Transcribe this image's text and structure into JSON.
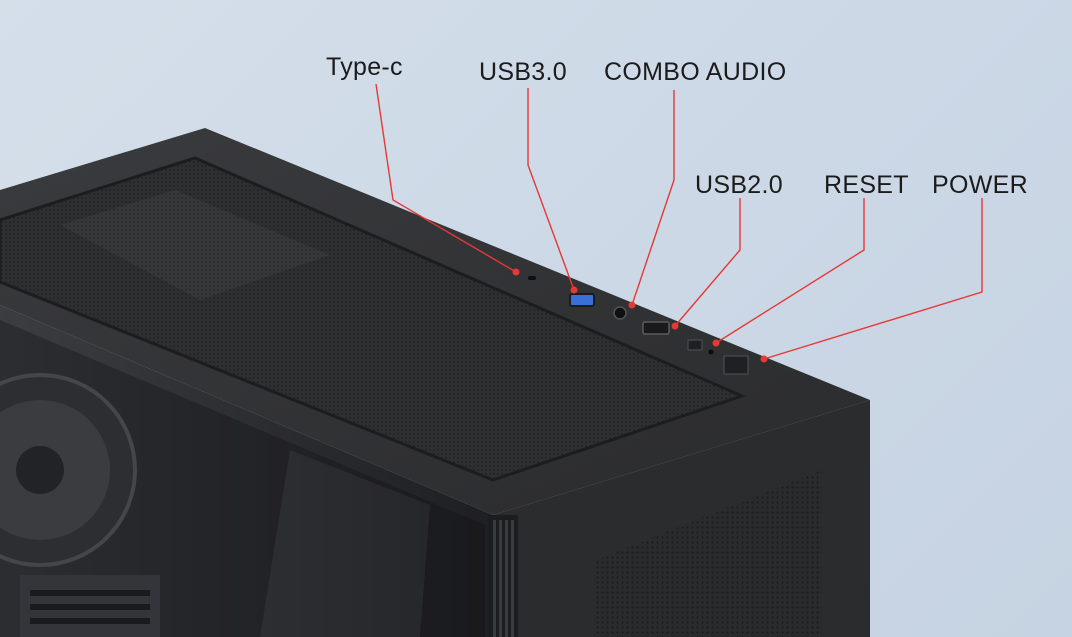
{
  "labels": {
    "type_c": "Type-c",
    "usb3": "USB3.0",
    "combo_audio": "COMBO AUDIO",
    "usb2": "USB2.0",
    "reset": "RESET",
    "power": "POWER"
  },
  "colors": {
    "background": "#cfdae7",
    "case_body": "#2c2d2f",
    "leader_line": "#e53935",
    "usb3_port": "#3a6fd8"
  }
}
